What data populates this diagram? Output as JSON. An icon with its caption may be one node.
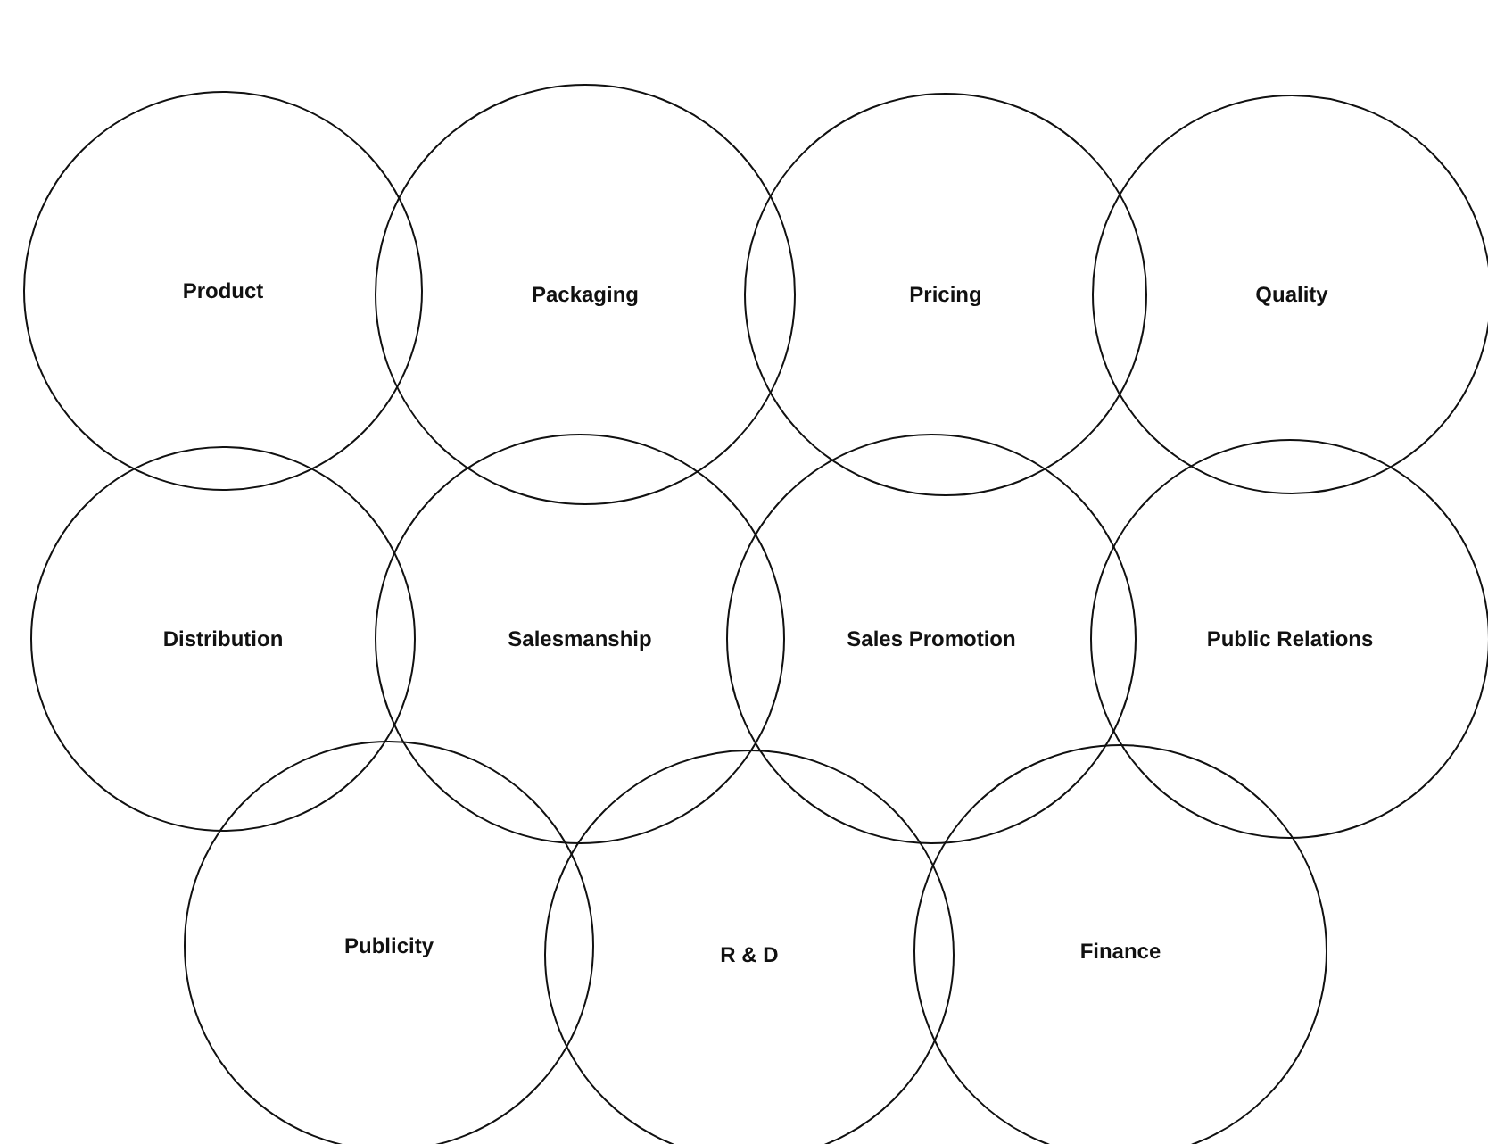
{
  "diagram": {
    "nodes": [
      {
        "text": [
          "Product"
        ]
      },
      {
        "text": [
          "Packaging"
        ]
      },
      {
        "text": [
          "Pricing"
        ]
      },
      {
        "text": [
          "Quality"
        ]
      },
      {
        "text": [
          "Distribution"
        ]
      },
      {
        "text": [
          "Salesmanship"
        ]
      },
      {
        "text": [
          "Sales Promotion"
        ]
      },
      {
        "text": [
          "Public Relations"
        ]
      },
      {
        "text": [
          "Publicity"
        ]
      },
      {
        "text": [
          "R & D"
        ]
      },
      {
        "text": [
          "Finance"
        ]
      }
    ]
  }
}
